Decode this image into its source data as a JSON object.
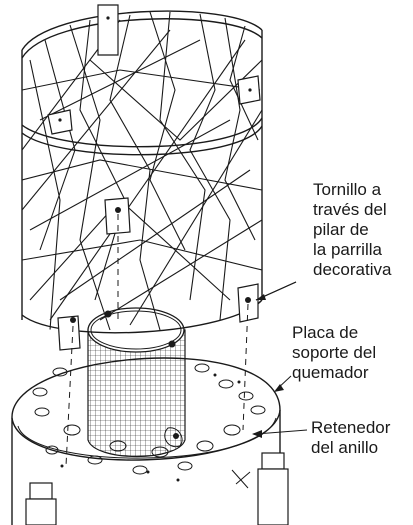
{
  "labels": {
    "screw": "Tornillo a\ntravés del\npilar de\nla parrilla\ndecorativa",
    "plate": "Placa de\nsoporte del\nquemador",
    "retainer": "Retenedor\ndel anillo"
  }
}
